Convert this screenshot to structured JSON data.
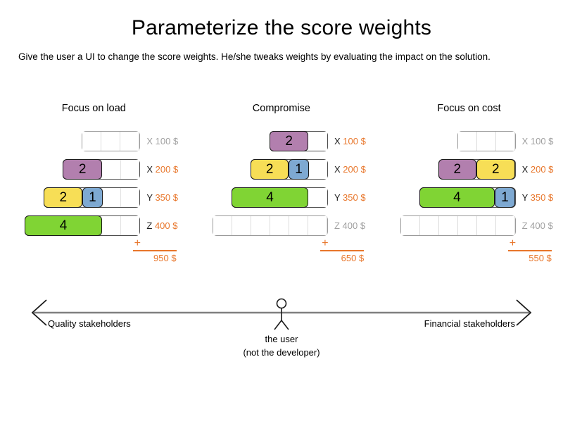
{
  "header": {
    "title": "Parameterize the score weights",
    "subtitle": "Give the user a UI to change the score weights. He/she tweaks weights by evaluating the impact on the solution."
  },
  "colors": {
    "purple": "#b27fae",
    "yellow": "#f7de56",
    "blue": "#7ea9d2",
    "green": "#80d434",
    "orange": "#e8762b",
    "inactive_grey": "#a0a0a0",
    "segment_border": "#1a1a1a",
    "track_border": "#4d4d4d",
    "empty_track_border": "#9a9a9a"
  },
  "unit_width": 27,
  "columns": [
    {
      "title": "Focus on load",
      "rows": [
        {
          "key": "X",
          "amount": "100 $",
          "active": false,
          "empty_cells": 3,
          "segments": []
        },
        {
          "key": "X",
          "amount": "200 $",
          "active": true,
          "empty_cells": 2,
          "segments": [
            {
              "value": "2",
              "units": 2,
              "color": "#b27fae",
              "name": "purple"
            }
          ]
        },
        {
          "key": "Y",
          "amount": "350 $",
          "active": true,
          "empty_cells": 2,
          "segments": [
            {
              "value": "2",
              "units": 2,
              "color": "#f7de56",
              "name": "yellow"
            },
            {
              "value": "1",
              "units": 1,
              "color": "#7ea9d2",
              "name": "blue"
            }
          ]
        },
        {
          "key": "Z",
          "amount": "400 $",
          "active": true,
          "empty_cells": 2,
          "segments": [
            {
              "value": "4",
              "units": 4,
              "color": "#80d434",
              "name": "green"
            }
          ]
        }
      ],
      "sum_plus": "+",
      "sum": "950 $"
    },
    {
      "title": "Compromise",
      "rows": [
        {
          "key": "X",
          "amount": "100 $",
          "active": true,
          "empty_cells": 1,
          "segments": [
            {
              "value": "2",
              "units": 2,
              "color": "#b27fae",
              "name": "purple"
            }
          ]
        },
        {
          "key": "X",
          "amount": "200 $",
          "active": true,
          "empty_cells": 1,
          "segments": [
            {
              "value": "2",
              "units": 2,
              "color": "#f7de56",
              "name": "yellow"
            },
            {
              "value": "1",
              "units": 1,
              "color": "#7ea9d2",
              "name": "blue"
            }
          ]
        },
        {
          "key": "Y",
          "amount": "350 $",
          "active": true,
          "empty_cells": 1,
          "segments": [
            {
              "value": "4",
              "units": 4,
              "color": "#80d434",
              "name": "green"
            }
          ]
        },
        {
          "key": "Z",
          "amount": "400 $",
          "active": false,
          "empty_cells": 6,
          "segments": []
        }
      ],
      "sum_plus": "+",
      "sum": "650 $"
    },
    {
      "title": "Focus on cost",
      "rows": [
        {
          "key": "X",
          "amount": "100 $",
          "active": false,
          "empty_cells": 3,
          "segments": []
        },
        {
          "key": "X",
          "amount": "200 $",
          "active": true,
          "empty_cells": 0,
          "segments": [
            {
              "value": "2",
              "units": 2,
              "color": "#b27fae",
              "name": "purple"
            },
            {
              "value": "2",
              "units": 2,
              "color": "#f7de56",
              "name": "yellow"
            }
          ]
        },
        {
          "key": "Y",
          "amount": "350 $",
          "active": true,
          "empty_cells": 0,
          "segments": [
            {
              "value": "4",
              "units": 4,
              "color": "#80d434",
              "name": "green"
            },
            {
              "value": "1",
              "units": 1,
              "color": "#7ea9d2",
              "name": "blue"
            }
          ]
        },
        {
          "key": "Z",
          "amount": "400 $",
          "active": false,
          "empty_cells": 6,
          "segments": []
        }
      ],
      "sum_plus": "+",
      "sum": "550 $"
    }
  ],
  "axis": {
    "left_label": "Quality stakeholders",
    "right_label": "Financial stakeholders",
    "user_line1": "the user",
    "user_line2": "(not the developer)"
  }
}
